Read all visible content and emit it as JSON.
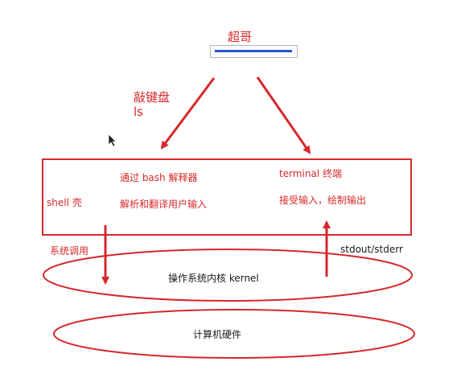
{
  "user": {
    "label": "超哥"
  },
  "keyboard": {
    "label": "敲键盘",
    "command": "ls"
  },
  "shell": {
    "label": "shell  壳",
    "interpreter": "通过 bash 解释器",
    "parse": "解析和翻译用户输入"
  },
  "terminal": {
    "label": "terminal 终端",
    "io": "接受输入，绘制输出"
  },
  "syscall": {
    "label": "系统调用"
  },
  "stdio": {
    "label": "stdout/stderr"
  },
  "kernel": {
    "label": "操作系统内核 kernel"
  },
  "hardware": {
    "label": "计算机硬件"
  },
  "colors": {
    "accent": "#d6282a",
    "bar": "#2255c8"
  }
}
